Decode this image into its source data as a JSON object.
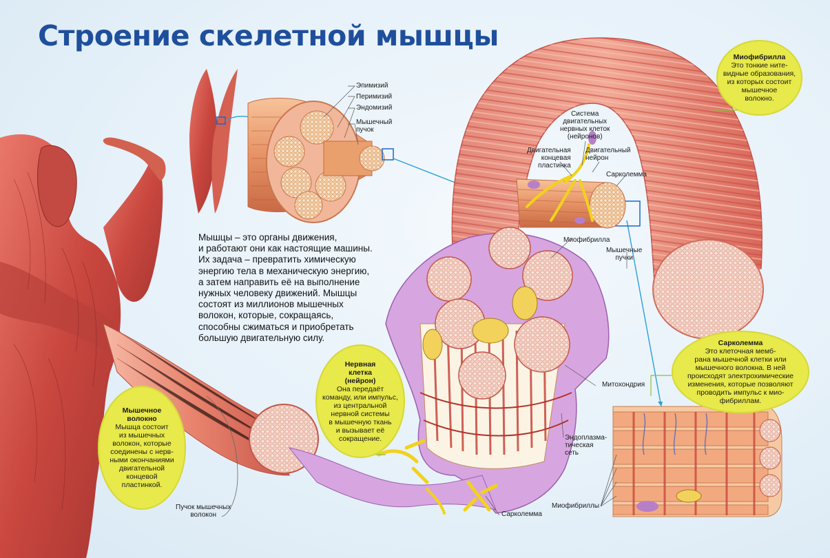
{
  "title": "Строение скелетной мышцы",
  "intro_text": "Мышцы – это органы движения,\nи работают они как настоящие машины.\nИх задача – превратить химическую\nэнергию тела в механическую энергию,\nа затем направить её на выполнение\nнужных человеку движений. Мышцы\nсостоят из миллионов мышечных\nволокон, которые, сокращаясь,\nспособны сжиматься и приобретать\nбольшую двигательную силу.",
  "labels": {
    "epimysium": "Эпимизий",
    "perimysium": "Перимизий",
    "endomysium": "Эндомизий",
    "muscle_bundle": "Мышечный\nпучок",
    "motor_system": "Система\nдвигательных\nнервных клеток\n(нейронов)",
    "motor_endplate": "Двигательная\nконцевая\nпластинка",
    "motor_neuron": "Двигательный\nнейрон",
    "sarcolemma_top": "Сарколемма",
    "myofibril_mid": "Миофибрилла",
    "muscle_bundles": "Мышечные\nпучки",
    "mitochondria": "Митохондрия",
    "er": "Эндоплазма-\nтическая\nсеть",
    "sarcolemma_bottom": "Сарколемма",
    "myofibrils_bottom": "Миофибриллы",
    "fiber_bundle": "Пучок мышечных\nволокон"
  },
  "bubbles": {
    "myofibril": {
      "title": "Миофибрилла",
      "text": "Это тонкие ните-\nвидные образования,\nиз которых состоит\nмышечное\nволокно."
    },
    "sarcolemma": {
      "title": "Сарколемма",
      "text": "Это клеточная мемб-\nрана мышечной клетки или\nмышечного волокна. В ней\nпроисходят электрохимические\nизменения, которые позволяют\nпроводить импульс к мио-\nфибриллам."
    },
    "neuron": {
      "title": "Нервная\nклетка\n(нейрон)",
      "text": "Она передаёт\nкоманду, или импульс,\nиз центральной\nнервной системы\nв мышечную ткань\nи вызывает её\nсокращение."
    },
    "muscle_fiber": {
      "title": "Мышечное\nволокно",
      "text": "Мышца состоит\nиз мышечных\nволокон, которые\nсоединены с нерв-\nными окончаниями\nдвигательной\nконцевой\nпластинкой."
    }
  },
  "colors": {
    "title": "#1f4f9c",
    "bubble": "#e8e94a",
    "muscle": "#d9534f",
    "fiber": "#f08a6e",
    "membrane": "#b77fc8",
    "nerve": "#f2d21b",
    "pointer": "#2a9fd6"
  }
}
